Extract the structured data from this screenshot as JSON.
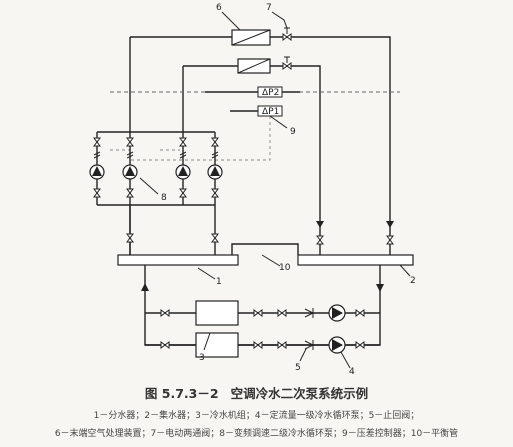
{
  "labels": {
    "n1": "1",
    "n2": "2",
    "n3": "3",
    "n4": "4",
    "n5": "5",
    "n6": "6",
    "n7": "7",
    "n8": "8",
    "n9": "9",
    "n10": "10",
    "dp1": "ΔP1",
    "dp2": "ΔP2"
  },
  "caption": {
    "figure": "图 5.7.3－2",
    "title": "空调冷水二次泵系统示例"
  },
  "legend": {
    "line1": "1－分水器；2－集水器；3－冷水机组；4－定流量一级冷水循环泵；5－止回阀；",
    "line2": "6－末端空气处理装置；7－电动两通阀；8－变频调速二级冷水循环泵；9－压差控制器；10－平衡管"
  }
}
